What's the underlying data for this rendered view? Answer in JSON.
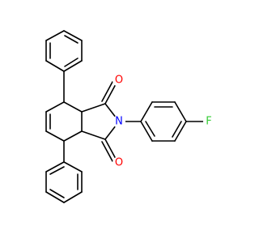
{
  "molecule": {
    "atom_labels": [
      {
        "id": "o_top",
        "text": "O",
        "color": "#ff0000"
      },
      {
        "id": "o_bottom",
        "text": "O",
        "color": "#ff0000"
      },
      {
        "id": "n_imide",
        "text": "N",
        "color": "#0000ff"
      },
      {
        "id": "f_para",
        "text": "F",
        "color": "#33cc33"
      }
    ]
  }
}
